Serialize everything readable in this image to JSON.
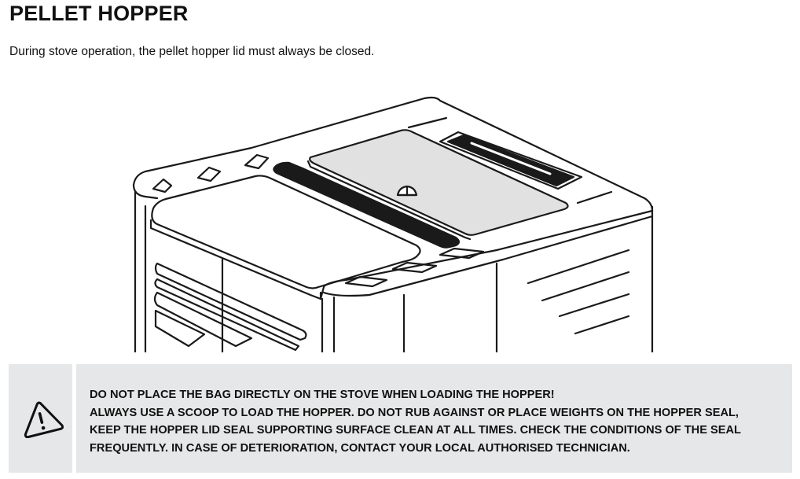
{
  "page": {
    "title": "PELLET HOPPER",
    "intro": "During stove operation, the pellet hopper lid must always be closed."
  },
  "illustration": {
    "name": "pellet-stove-top-with-hopper-lid"
  },
  "warning": {
    "icon": "warning-triangle-icon",
    "lines": [
      "DO NOT PLACE THE BAG DIRECTLY ON THE STOVE WHEN LOADING THE HOPPER!",
      "ALWAYS USE A SCOOP TO LOAD THE HOPPER. DO NOT RUB AGAINST OR PLACE WEIGHTS ON THE HOPPER SEAL,",
      "KEEP THE HOPPER LID SEAL SUPPORTING SURFACE CLEAN AT ALL TIMES. CHECK THE CONDITIONS OF THE SEAL",
      "FREQUENTLY. IN CASE OF DETERIORATION, CONTACT YOUR LOCAL AUTHORISED TECHNICIAN."
    ]
  },
  "colors": {
    "warning_background": "#e6e7e8",
    "hopper_lid": "#e1e1e1"
  }
}
